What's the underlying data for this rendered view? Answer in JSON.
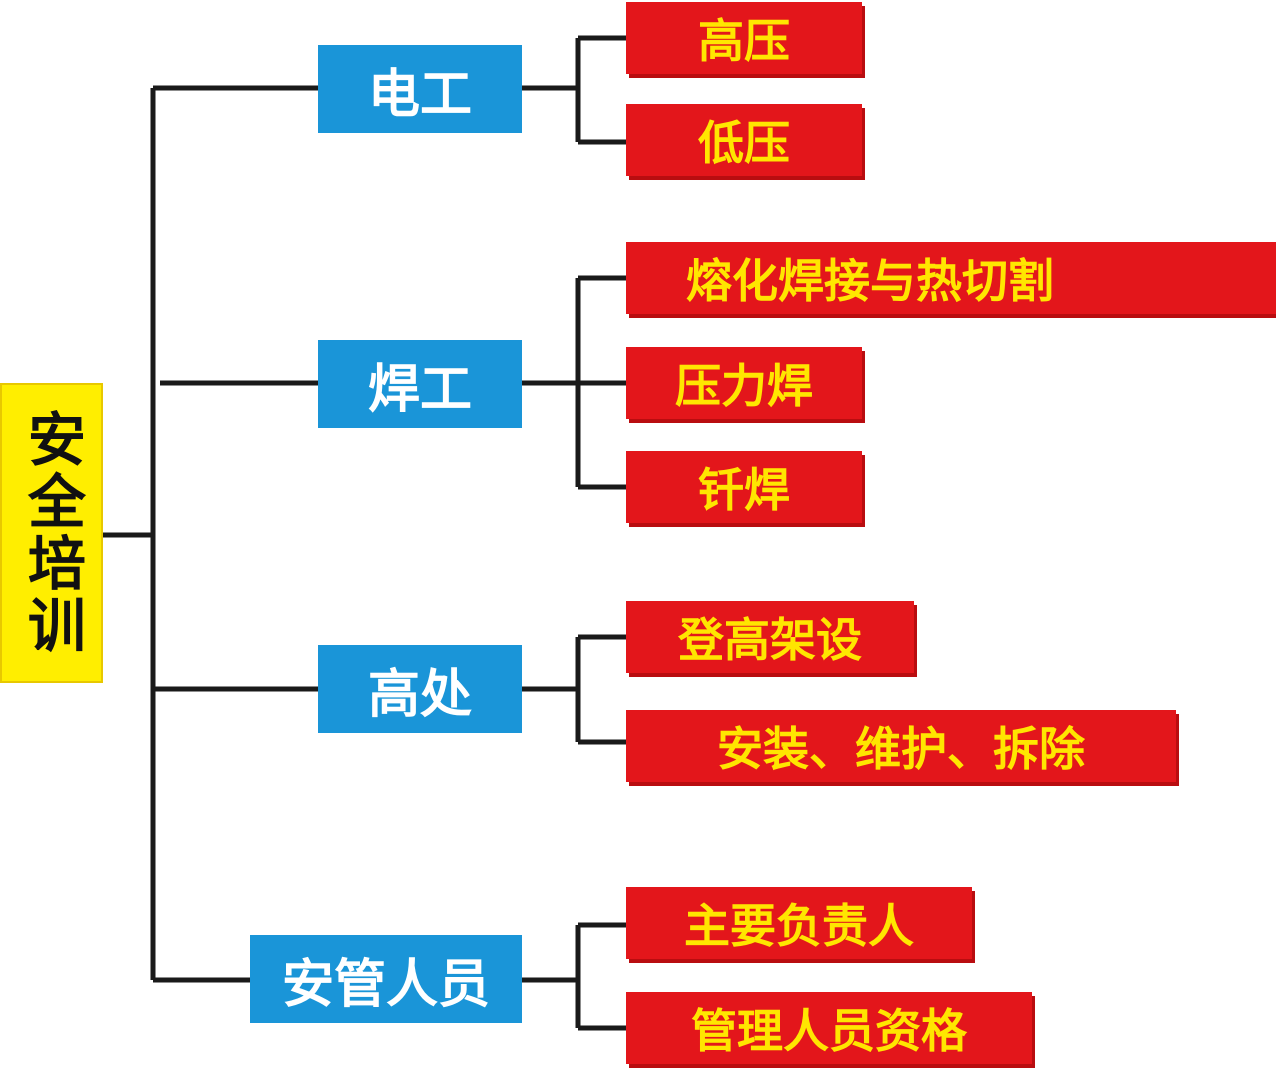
{
  "root": {
    "label": "安全培训"
  },
  "categories": [
    {
      "label": "电工",
      "items": [
        "高压",
        "低压"
      ]
    },
    {
      "label": "焊工",
      "items": [
        "熔化焊接与热切割",
        "压力焊",
        "钎焊"
      ]
    },
    {
      "label": "高处",
      "items": [
        "登高架设",
        "安装、维护、拆除"
      ]
    },
    {
      "label": "安管人员",
      "items": [
        "主要负责人",
        "管理人员资格"
      ]
    }
  ],
  "colors": {
    "root_fill": "#ffee00",
    "category_fill": "#1a95d8",
    "category_text": "#ffffff",
    "leaf_fill": "#e3161b",
    "leaf_text": "#ffe600",
    "connector": "#1a1a1a"
  }
}
